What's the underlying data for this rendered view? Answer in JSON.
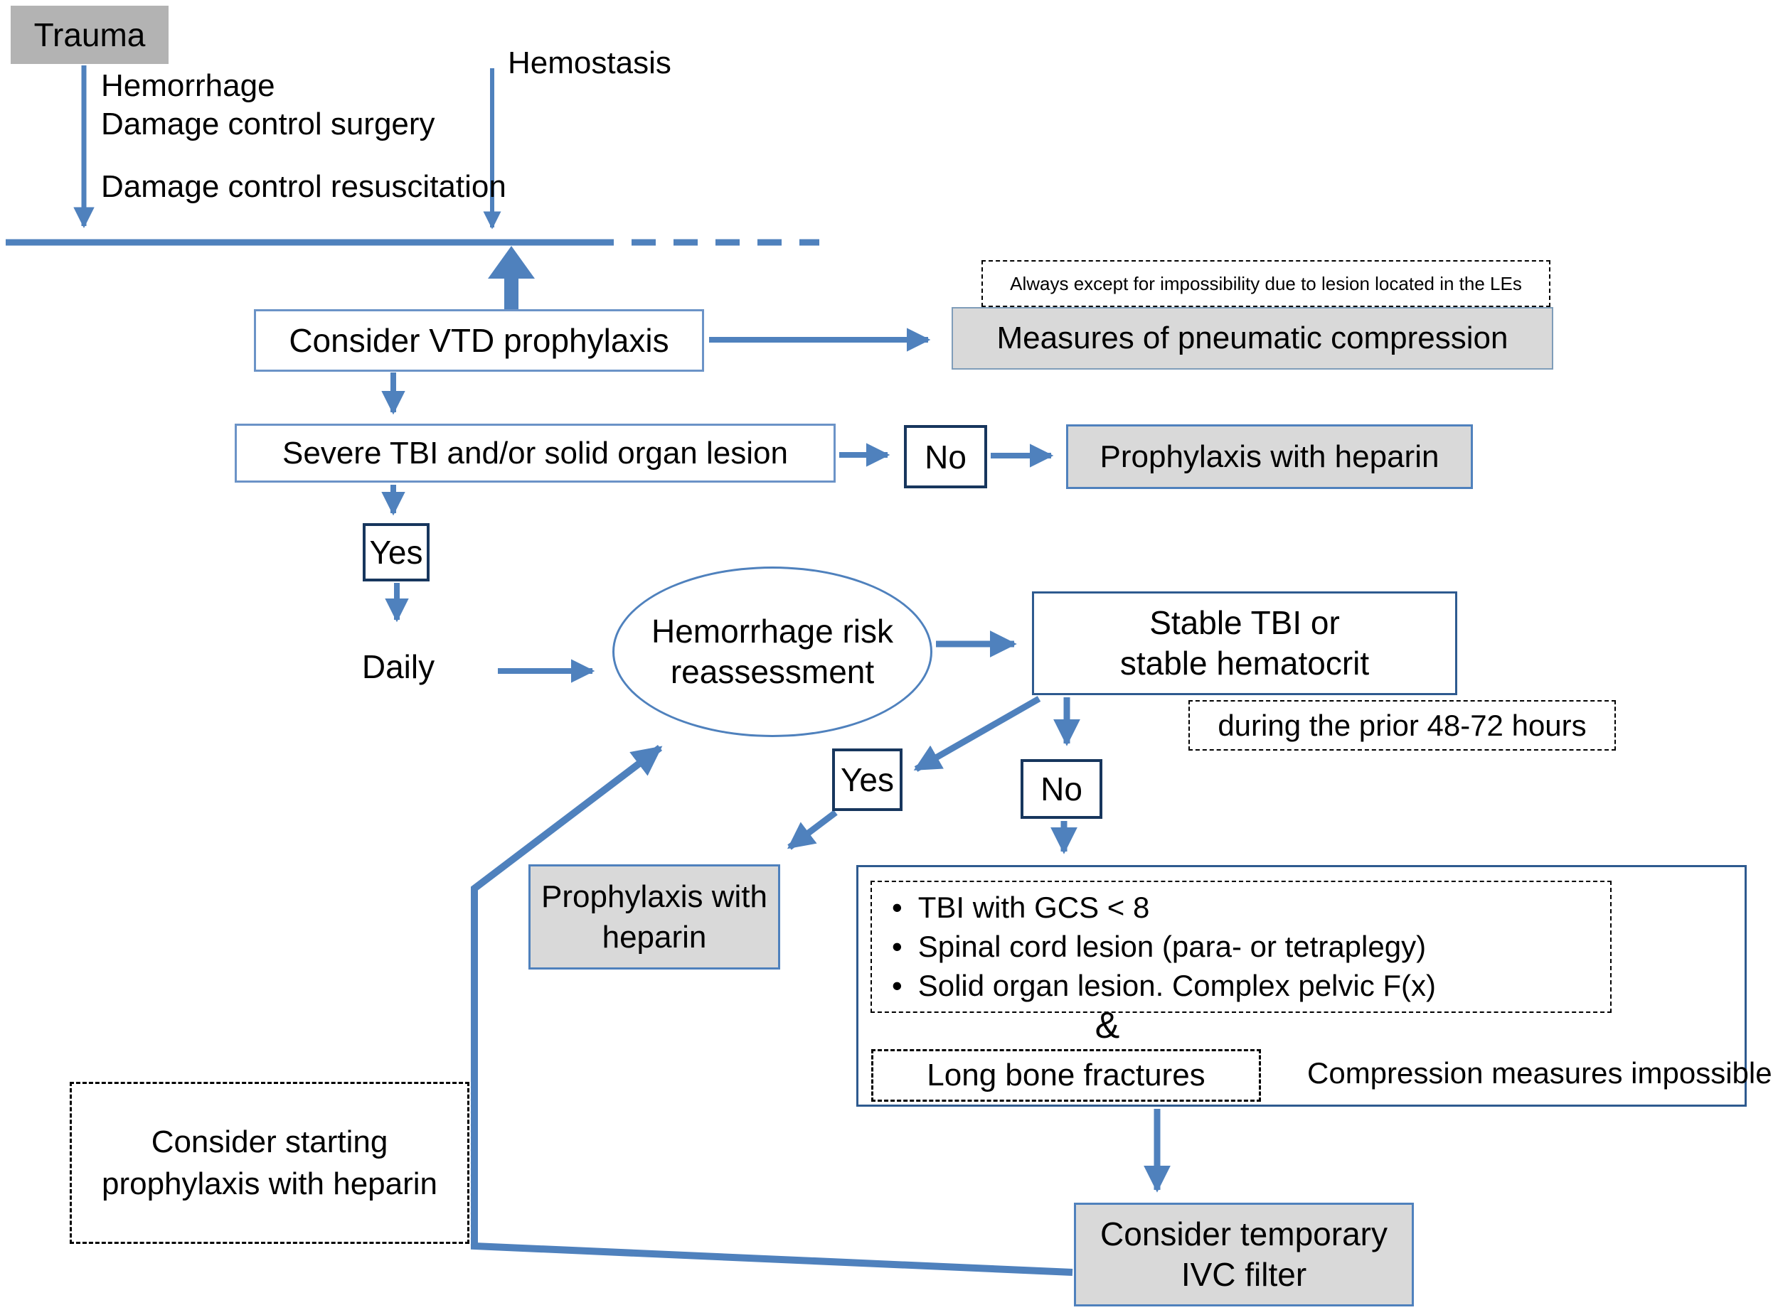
{
  "timeline": {
    "trauma": "Trauma",
    "hemorrhage": "Hemorrhage",
    "damage_control_surgery": "Damage control surgery",
    "damage_control_resuscitation": "Damage control resuscitation",
    "hemostasis": "Hemostasis"
  },
  "nodes": {
    "consider_vtd": "Consider VTD prophylaxis",
    "measures": "Measures of pneumatic compression",
    "severe_tbi": "Severe TBI and/or solid organ lesion",
    "no1": "No",
    "heparin1": "Prophylaxis with heparin",
    "yes1": "Yes",
    "daily": "Daily",
    "reassessment": {
      "line1": "Hemorrhage risk",
      "line2": "reassessment"
    },
    "stable": {
      "line1": "Stable TBI or",
      "line2": "stable hematocrit"
    },
    "yes2": "Yes",
    "no2": "No",
    "heparin2": {
      "line1": "Prophylaxis with",
      "line2": "heparin"
    },
    "ampersand": "&",
    "long_bone": "Long bone fractures",
    "compression_impossible": "Compression measures impossible",
    "ivc": {
      "line1": "Consider temporary",
      "line2": "IVC filter"
    }
  },
  "notes": {
    "always_except": "Always except for impossibility due to lesion located in the LEs",
    "during_prior": "during the prior 48-72 hours",
    "consider_starting": {
      "line1": "Consider starting",
      "line2": "prophylaxis with heparin"
    }
  },
  "criteria": {
    "bullet_char": "•",
    "items": [
      "TBI with GCS < 8",
      "Spinal cord lesion (para- or tetraplegy)",
      "Solid organ lesion. Complex pelvic F(x)"
    ]
  },
  "colors": {
    "arrow_blue": "#4f81bd",
    "light_box_border": "#6b93c7",
    "dark_box_border": "#17365d",
    "gray_fill": "#d9d9d9",
    "trauma_gray": "#b3b3b3"
  }
}
